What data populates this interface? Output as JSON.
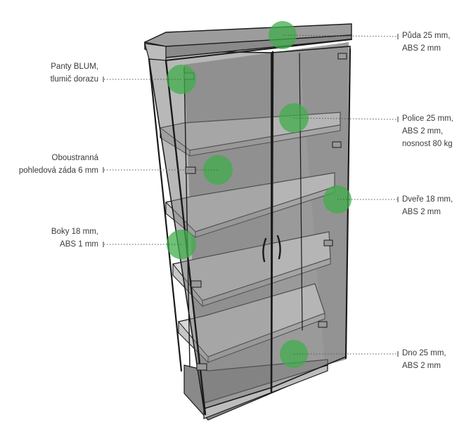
{
  "colors": {
    "frame": "#1a1a1a",
    "glass": "#8c8c8c",
    "back_panel": "#a4a4a4",
    "shelf_top": "#d9d9d9",
    "shelf_edge": "#b8b8b8",
    "marker": "#3fae49",
    "leader": "#555555",
    "text": "#3a3a3a"
  },
  "callouts": {
    "hinges": {
      "lines": [
        "Panty BLUM,",
        "tlumič dorazu"
      ]
    },
    "back_panel": {
      "lines": [
        "Oboustranná",
        "pohledová záda 6 mm"
      ]
    },
    "sides": {
      "lines": [
        "Boky 18 mm,",
        "ABS 1 mm"
      ]
    },
    "top": {
      "lines": [
        "Půda 25 mm,",
        "ABS 2 mm"
      ]
    },
    "shelves": {
      "lines": [
        "Police 25 mm,",
        "ABS 2 mm,",
        "nosnost 80 kg"
      ]
    },
    "doors": {
      "lines": [
        "Dveře 18 mm,",
        "ABS 2 mm"
      ]
    },
    "bottom": {
      "lines": [
        "Dno 25 mm,",
        "ABS 2 mm"
      ]
    }
  }
}
